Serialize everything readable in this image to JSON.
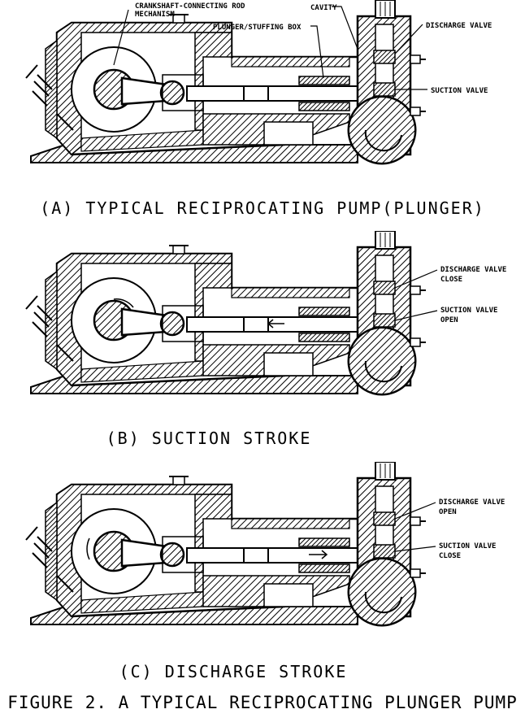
{
  "panels": [
    {
      "caption": "(A) TYPICAL RECIPROCATING PUMP(PLUNGER)",
      "labels": {
        "crank_line1": "CRANKSHAFT-CONNECTING ROD",
        "crank_line2": "MECHANISM",
        "cavity": "CAVITY",
        "plunger": "PLUNGER/STUFFING BOX",
        "discharge": "DISCHARGE VALVE",
        "suction": "SUCTION VALVE"
      }
    },
    {
      "caption": "(B) SUCTION STROKE",
      "labels": {
        "discharge_line1": "DISCHARGE VALVE",
        "discharge_line2": "CLOSE",
        "suction_line1": "SUCTION VALVE",
        "suction_line2": "OPEN"
      }
    },
    {
      "caption": "(C) DISCHARGE STROKE",
      "labels": {
        "discharge_line1": "DISCHARGE VALVE",
        "discharge_line2": "OPEN",
        "suction_line1": "SUCTION VALVE",
        "suction_line2": "CLOSE"
      }
    }
  ],
  "figure_caption": "FIGURE 2. A TYPICAL RECIPROCATING PLUNGER PUMP"
}
